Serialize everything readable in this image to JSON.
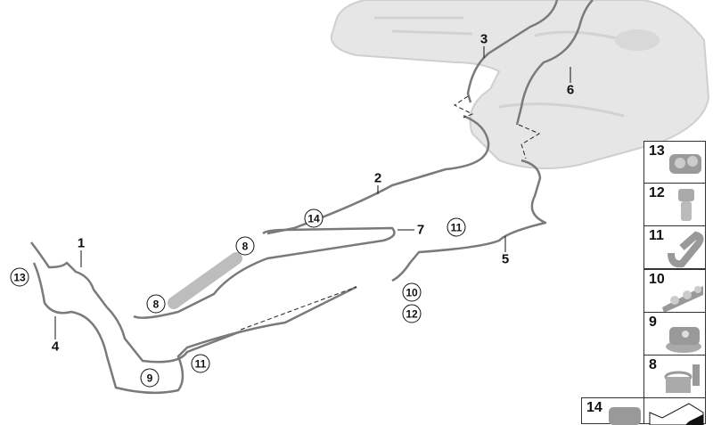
{
  "callouts": {
    "plain": [
      "1",
      "2",
      "3",
      "4",
      "5",
      "6",
      "7"
    ],
    "circled": {
      "c8a": "8",
      "c8b": "8",
      "c9": "9",
      "c10": "10",
      "c11a": "11",
      "c11b": "11",
      "c12": "12",
      "c13": "13",
      "c14": "14"
    }
  },
  "parts_panel": {
    "items": [
      {
        "number": "13",
        "icon": "triple-pipe-clip-icon"
      },
      {
        "number": "12",
        "icon": "hex-bolt-icon"
      },
      {
        "number": "11",
        "icon": "double-clip-icon"
      },
      {
        "number": "10",
        "icon": "multi-pipe-clip-icon"
      },
      {
        "number": "9",
        "icon": "clip-with-base-icon"
      },
      {
        "number": "8",
        "icon": "pipe-clamp-icon"
      },
      {
        "number": "14",
        "icon": "pipe-clip-icon"
      }
    ]
  },
  "colors": {
    "pipe": "#7a7a7a",
    "tank": "#e4e4e4",
    "outline": "#333333"
  }
}
